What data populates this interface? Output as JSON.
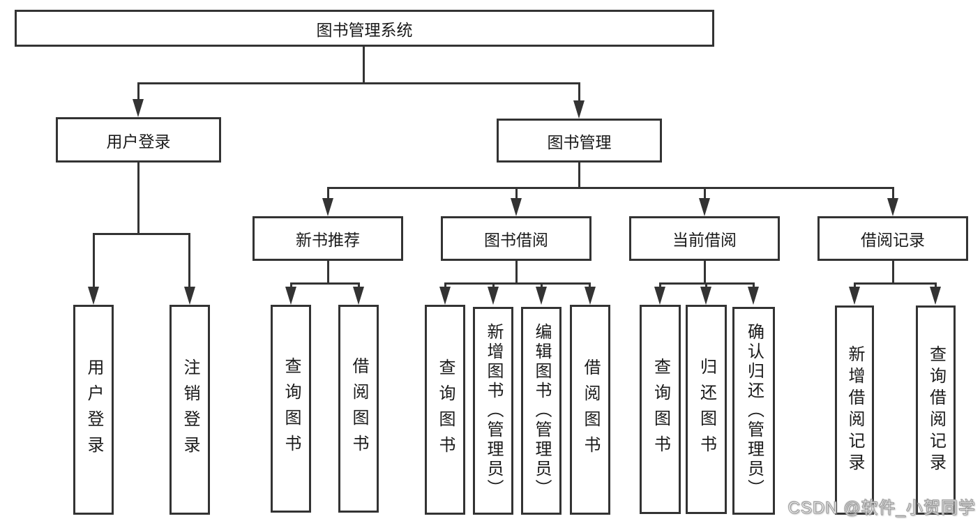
{
  "colors": {
    "line": "#333333",
    "text": "#1a1a1a",
    "background": "#ffffff"
  },
  "watermark": {
    "text": "CSDN @软件_小贺同学"
  },
  "tree": {
    "label": "图书管理系统",
    "children": [
      {
        "label": "用户登录",
        "children": [
          {
            "label": "用户登录"
          },
          {
            "label": "注销登录"
          }
        ]
      },
      {
        "label": "图书管理",
        "children": [
          {
            "label": "新书推荐",
            "children": [
              {
                "label": "查询图书"
              },
              {
                "label": "借阅图书"
              }
            ]
          },
          {
            "label": "图书借阅",
            "children": [
              {
                "label": "查询图书"
              },
              {
                "label": "新增图书（管理员）"
              },
              {
                "label": "编辑图书（管理员）"
              },
              {
                "label": "借阅图书"
              }
            ]
          },
          {
            "label": "当前借阅",
            "children": [
              {
                "label": "查询图书"
              },
              {
                "label": "归还图书"
              },
              {
                "label": "确认归还（管理员）"
              }
            ]
          },
          {
            "label": "借阅记录",
            "children": [
              {
                "label": "新增借阅记录"
              },
              {
                "label": "查询借阅记录"
              }
            ]
          }
        ]
      }
    ]
  }
}
